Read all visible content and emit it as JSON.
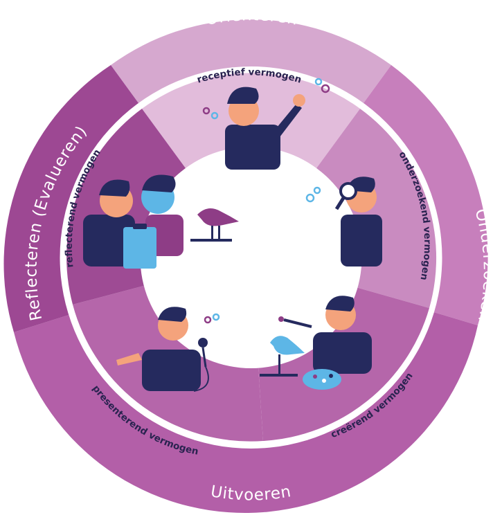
{
  "outer_ring": {
    "top": "Oriënteren",
    "right": "Onderzoeken",
    "bottom": "Uitvoeren",
    "left": "Reflecteren (Evalueren)"
  },
  "inner_ring": {
    "receptief": "receptief vermogen",
    "onderzoekend": "onderzoekend vermogen",
    "creerend": "creërend vermogen",
    "presenterend": "presenterend vermogen",
    "reflecterend": "reflecterend vermogen"
  },
  "colors": {
    "outer_top": "#d6a8cf",
    "outer_right": "#c77fbc",
    "outer_bottom": "#b35fa8",
    "outer_left": "#9d4893",
    "inner_top": "#e2bcdb",
    "inner_right": "#c98bc0",
    "inner_bottom": "#b566aa",
    "inner_left": "#9e4b94",
    "navy": "#252a5e",
    "skin": "#f4a37c",
    "blue": "#5db6e6"
  },
  "icons": [
    "magnifier-icon",
    "microphone-icon",
    "paintbrush-icon",
    "clipboard-icon",
    "bird-sculpture-icon",
    "palette-icon",
    "idea-bubbles-icon"
  ]
}
